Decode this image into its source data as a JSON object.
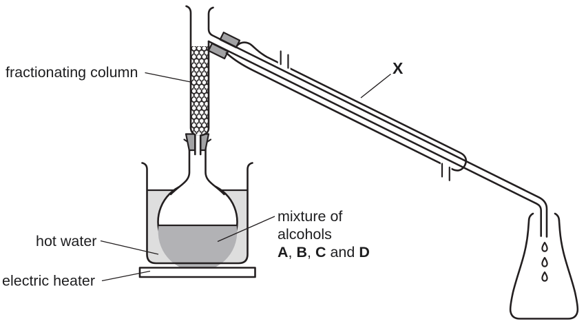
{
  "labels": {
    "fractionating_column": "fractionating column",
    "condenser_x": "X",
    "hot_water": "hot water",
    "electric_heater": "electric heater",
    "mixture": {
      "line1": "mixture of",
      "line2": "alcohols",
      "line3_parts": [
        {
          "t": "A",
          "bold": true
        },
        {
          "t": ", ",
          "bold": false
        },
        {
          "t": "B",
          "bold": true
        },
        {
          "t": ", ",
          "bold": false
        },
        {
          "t": "C",
          "bold": true
        },
        {
          "t": " and ",
          "bold": false
        },
        {
          "t": "D",
          "bold": true
        }
      ]
    }
  },
  "colors": {
    "line": "#231f20",
    "text": "#1d1d1f",
    "water": "#dedede",
    "alcohol": "#b2b2b5",
    "cork": "#a2a2a4",
    "bg": "#ffffff",
    "glass": "#ffffff"
  }
}
